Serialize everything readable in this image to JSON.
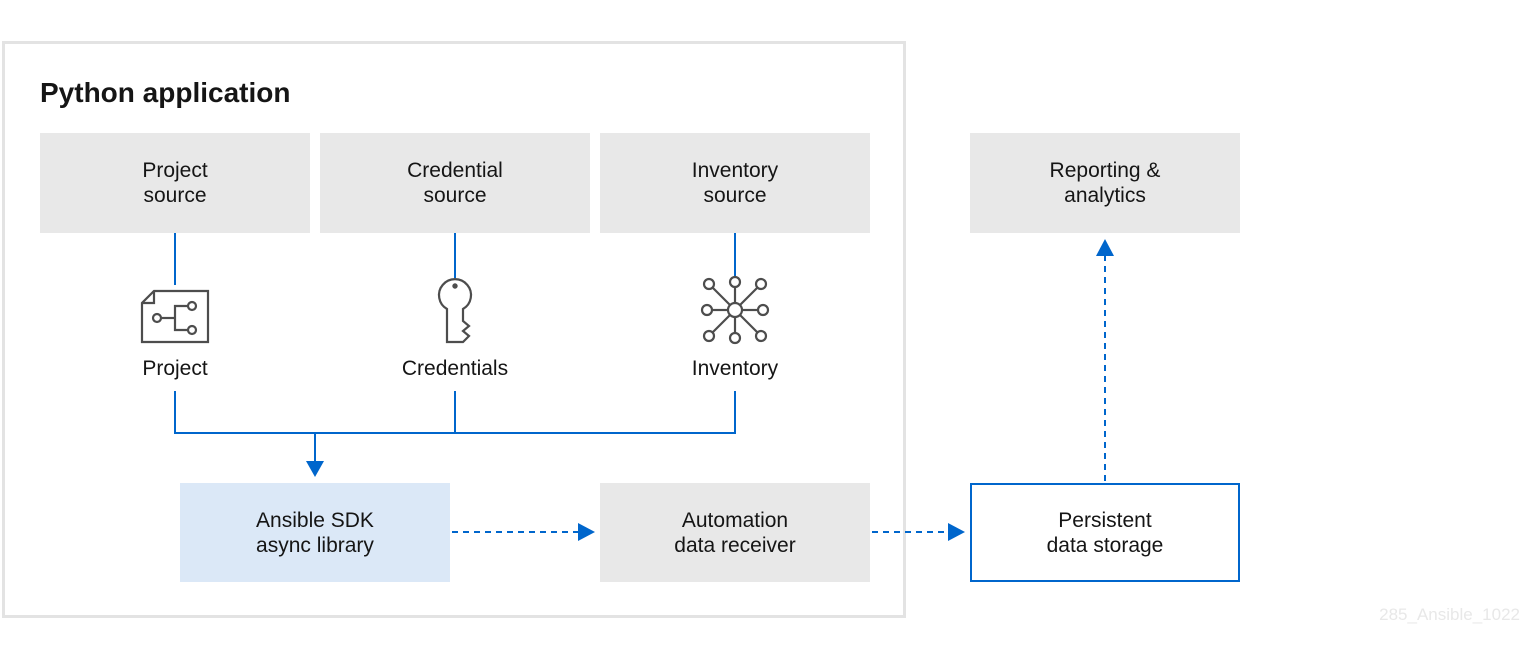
{
  "title": "Python application",
  "sources": {
    "project": [
      "Project",
      "source"
    ],
    "credential": [
      "Credential",
      "source"
    ],
    "inventory": [
      "Inventory",
      "source"
    ]
  },
  "resources": {
    "project": "Project",
    "credentials": "Credentials",
    "inventory": "Inventory"
  },
  "sdk": [
    "Ansible SDK",
    "async library"
  ],
  "receiver": [
    "Automation",
    "data receiver"
  ],
  "storage": [
    "Persistent",
    "data storage"
  ],
  "reporting": [
    "Reporting &",
    "analytics"
  ],
  "watermark": "285_Ansible_1022",
  "colors": {
    "accent": "#0066cc",
    "box_grey": "#e8e8e8",
    "sdk_box": "#dbe8f7",
    "icon": "#4d4d4d"
  },
  "icons": [
    "project-icon",
    "key-icon",
    "network-icon"
  ]
}
